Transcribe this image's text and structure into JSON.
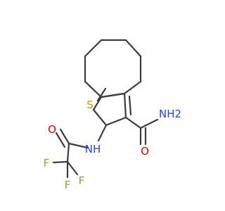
{
  "molecule": {
    "atoms": {
      "sulfur": "S",
      "amide_n": "NH",
      "amine": "NH2",
      "carbonyl_o_left": "O",
      "carbonyl_o_right": "O",
      "fluorine_1": "F",
      "fluorine_2": "F",
      "fluorine_3": "F"
    },
    "colors": {
      "bond": "#3c3c3c",
      "sulfur": "#b2a400",
      "nitrogen": "#2a3fd6",
      "oxygen": "#e00000",
      "fluorine": "#7fae2a"
    }
  }
}
